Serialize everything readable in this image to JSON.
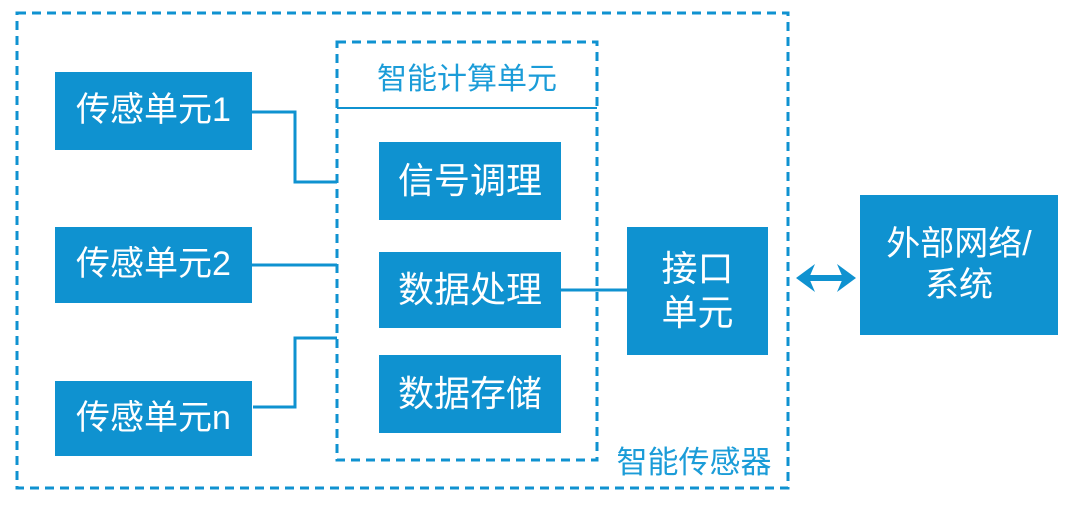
{
  "diagram": {
    "outer_group_label": "智能传感器",
    "compute_group_label": "智能计算单元",
    "sensor_units": [
      {
        "label": "传感单元1"
      },
      {
        "label": "传感单元2"
      },
      {
        "label": "传感单元n"
      }
    ],
    "compute_units": [
      {
        "label": "信号调理"
      },
      {
        "label": "数据处理"
      },
      {
        "label": "数据存储"
      }
    ],
    "interface_unit_label": "接口\n单元",
    "external_system_label": "外部网络/\n系统"
  },
  "colors": {
    "box_fill": "#0f92d0",
    "box_text": "#ffffff",
    "line": "#0f92d0",
    "label_text": "#1b9cd8",
    "background": "#ffffff"
  }
}
